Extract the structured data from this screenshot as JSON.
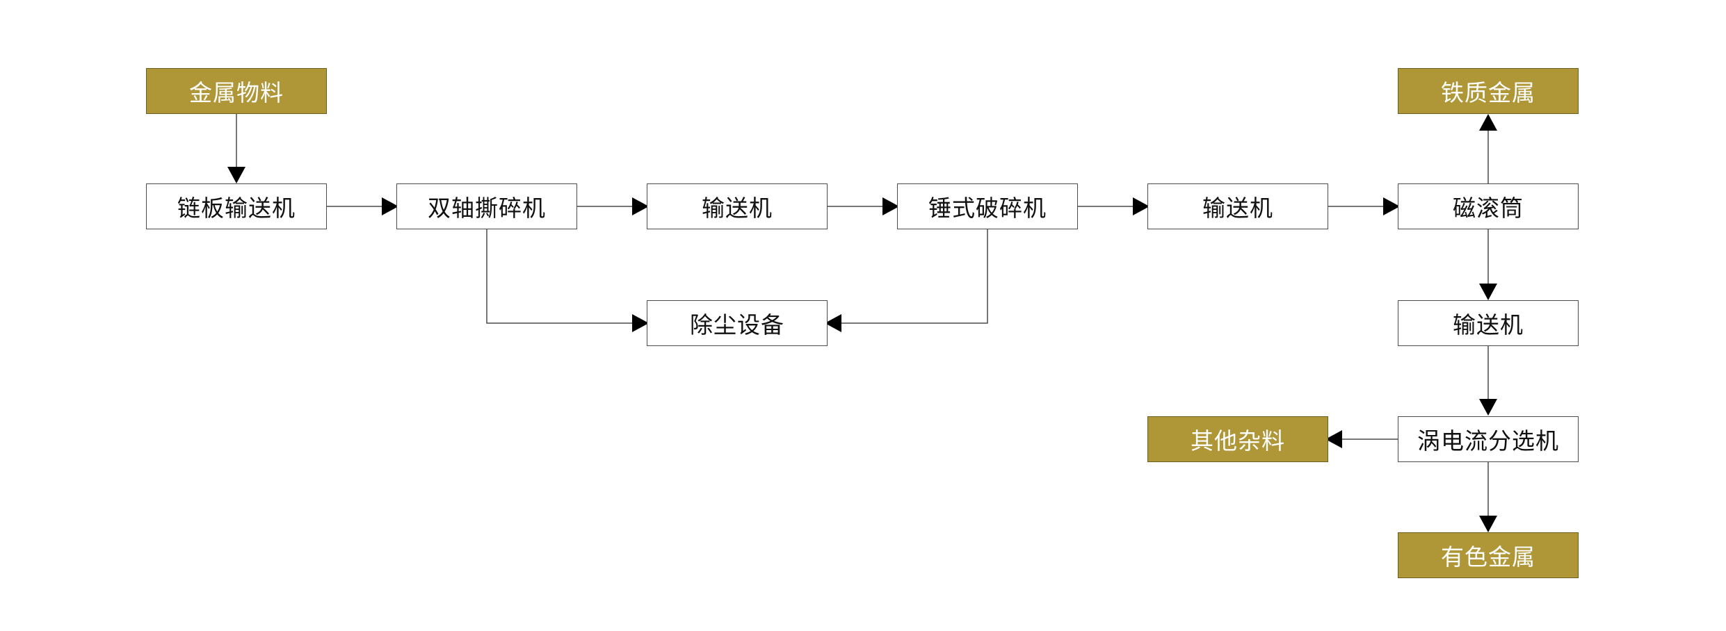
{
  "nodes": {
    "metal_material": "金属物料",
    "chain_conveyor": "链板输送机",
    "twin_shaft_shredder": "双轴撕碎机",
    "conveyor_1": "输送机",
    "hammer_crusher": "锤式破碎机",
    "conveyor_2": "输送机",
    "magnetic_drum": "磁滚筒",
    "ferrous_metal": "铁质金属",
    "dust_removal": "除尘设备",
    "conveyor_3": "输送机",
    "eddy_current_separator": "涡电流分选机",
    "other_impurities": "其他杂料",
    "nonferrous_metal": "有色金属"
  },
  "colors": {
    "highlight_fill": "#af9637",
    "line": "#4a4a4a",
    "arrow": "#000000"
  }
}
